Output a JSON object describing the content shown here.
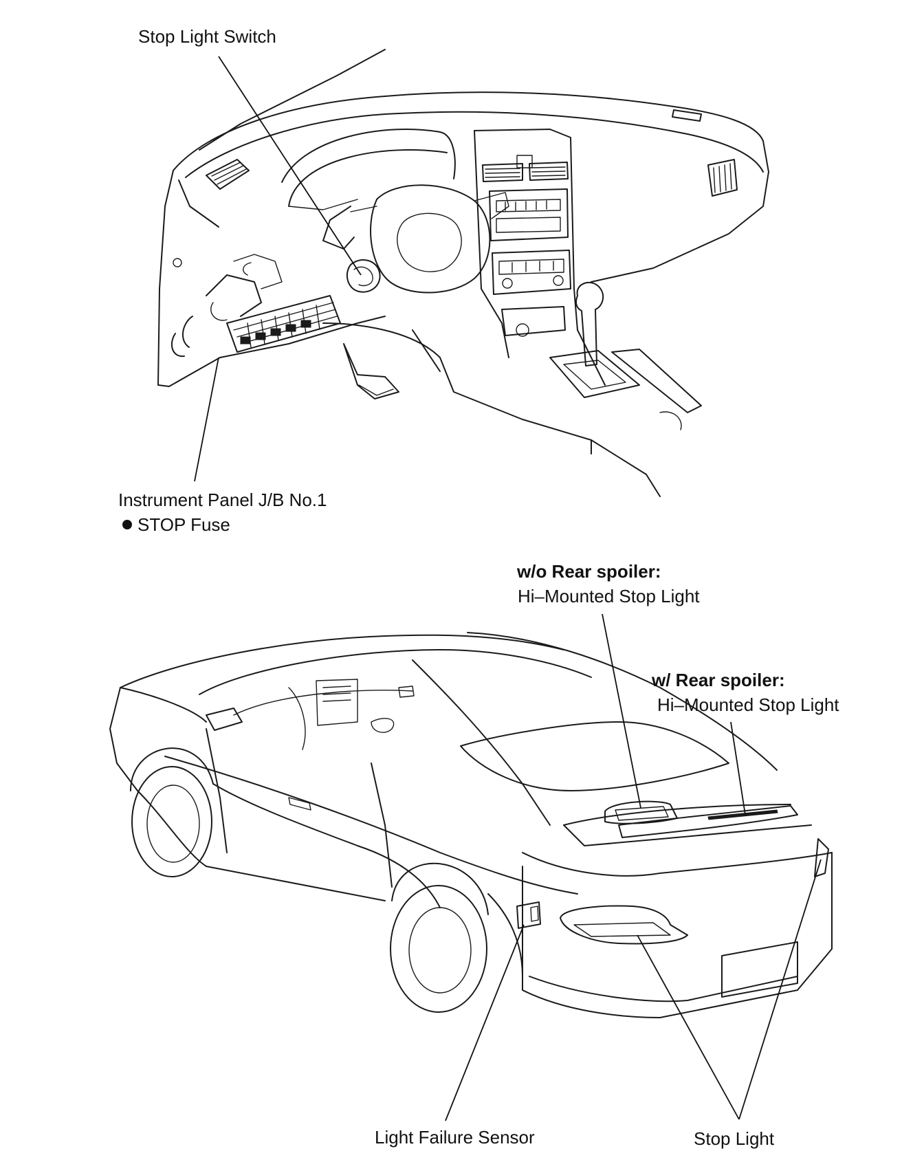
{
  "labels": {
    "stop_light_switch": "Stop Light Switch",
    "jb_title": "Instrument Panel J/B No.1",
    "jb_fuse": "STOP Fuse",
    "wo_spoiler_heading": "w/o Rear spoiler:",
    "wo_spoiler_item": "Hi–Mounted Stop Light",
    "w_spoiler_heading": "w/ Rear spoiler:",
    "w_spoiler_item": "Hi–Mounted Stop Light",
    "light_failure_sensor": "Light Failure Sensor",
    "stop_light": "Stop Light"
  }
}
